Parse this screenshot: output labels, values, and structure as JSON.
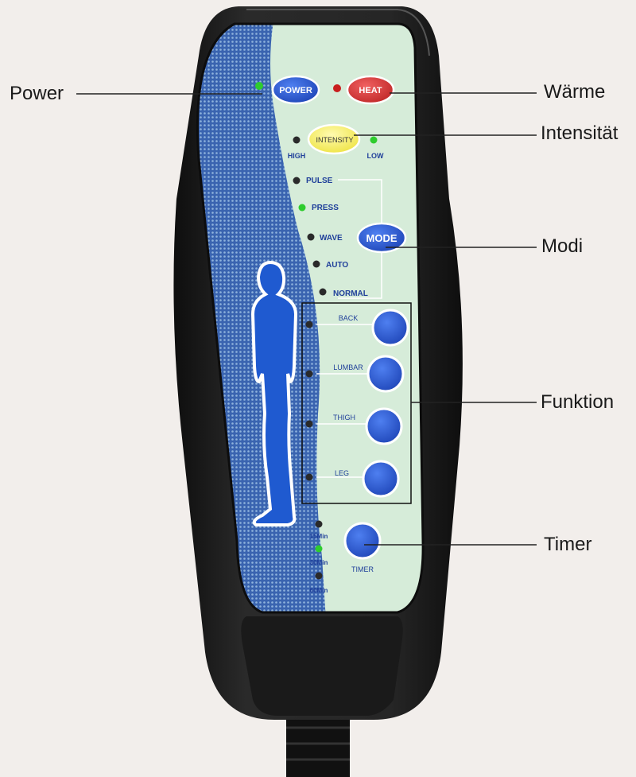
{
  "callouts": {
    "power": "Power",
    "heat": "Wärme",
    "intensity": "Intensität",
    "modes": "Modi",
    "function": "Funktion",
    "timer": "Timer"
  },
  "buttons": {
    "power": "POWER",
    "heat": "HEAT",
    "intensity": "INTENSITY",
    "mode": "MODE",
    "timer": "TIMER"
  },
  "intensity_levels": {
    "high": "HIGH",
    "low": "LOW"
  },
  "modes": [
    "PULSE",
    "PRESS",
    "WAVE",
    "AUTO",
    "NORMAL"
  ],
  "zones": [
    "BACK",
    "LUMBAR",
    "THIGH",
    "LEG"
  ],
  "timer_options": [
    "15Min",
    "30Min",
    "60Min"
  ],
  "indicators": {
    "power": "on",
    "heat": "red",
    "intensity_low": "on",
    "mode_press": "on",
    "timer_30min": "on"
  },
  "colors": {
    "background": "#f2eeeb",
    "panel_green": "#d6ecd9",
    "panel_blue": "#2f5aa8",
    "button_blue": "#2a54c8",
    "button_red": "#d63a3a",
    "button_yellow": "#f4ef5a",
    "led_green": "#2ecc2e",
    "led_red": "#c81e1e",
    "led_off": "#2a2a2a",
    "housing": "#1c1c1c"
  }
}
